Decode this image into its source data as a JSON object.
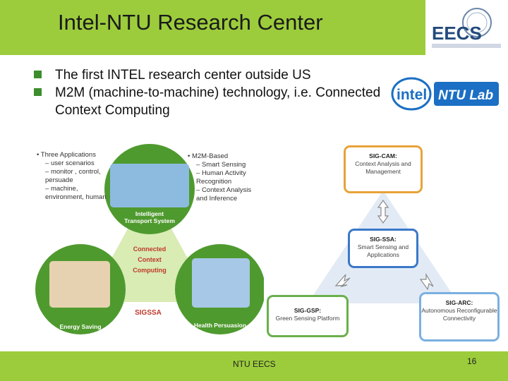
{
  "slide": {
    "title": "Intel-NTU Research Center",
    "bullets": [
      "The first INTEL research center outside US",
      "M2M (machine-to-machine) technology, i.e. Connected Context Computing"
    ],
    "eecs_logo_text": "EECS",
    "intel_logo_text": "intel",
    "ntu_lab_text": "NTU Lab",
    "footer": "NTU EECS",
    "page_number": "16"
  },
  "diagram": {
    "left_list": {
      "heading": "Three Applications",
      "items": [
        "user scenarios",
        "monitor , control, persuade",
        "machine, environment, human"
      ]
    },
    "right_list": {
      "heading": "M2M-Based",
      "items": [
        "Smart Sensing",
        "Human Activity Recognition",
        "Context Analysis and Inference"
      ]
    },
    "top_label": "Intelligent Transport System",
    "center_label": "Connected Context Computing",
    "bottom_left_label": "Energy Saving",
    "bottom_right_label": "Health Persuasion",
    "bottom_center_label": "SIGSSA"
  },
  "sig_boxes": {
    "cam": {
      "title": "SIG-CAM:",
      "desc": "Context Analysis and Management"
    },
    "ssa": {
      "title": "SIG-SSA:",
      "desc": "Smart Sensing and Applications"
    },
    "gsp": {
      "title": "SIG-GSP:",
      "desc": "Green Sensing Platform"
    },
    "arc": {
      "title": "SIG-ARC:",
      "desc": "Autonomous Reconfigurable Connectivity"
    }
  },
  "colors": {
    "accent_green": "#9ccc3c",
    "bullet_green": "#3c8d2b",
    "cam_orange": "#e8a33a",
    "ssa_blue": "#3a78c8",
    "gsp_green": "#6ab04c",
    "arc_lightblue": "#7ab0e0",
    "intel_blue": "#1b6fc4"
  }
}
